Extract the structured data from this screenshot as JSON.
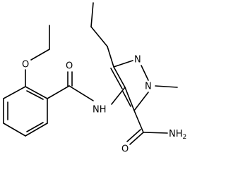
{
  "molecule": {
    "atoms": {
      "o_ether": "O",
      "o_amide1": "O",
      "nh_linker": "NH",
      "n_ring_upper": "N",
      "n_ring_methyl": "N",
      "o_amide2": "O",
      "nh2": "NH",
      "nh2_subscript": "2"
    },
    "colors": {
      "bond": "#000000",
      "background": "#ffffff"
    }
  }
}
